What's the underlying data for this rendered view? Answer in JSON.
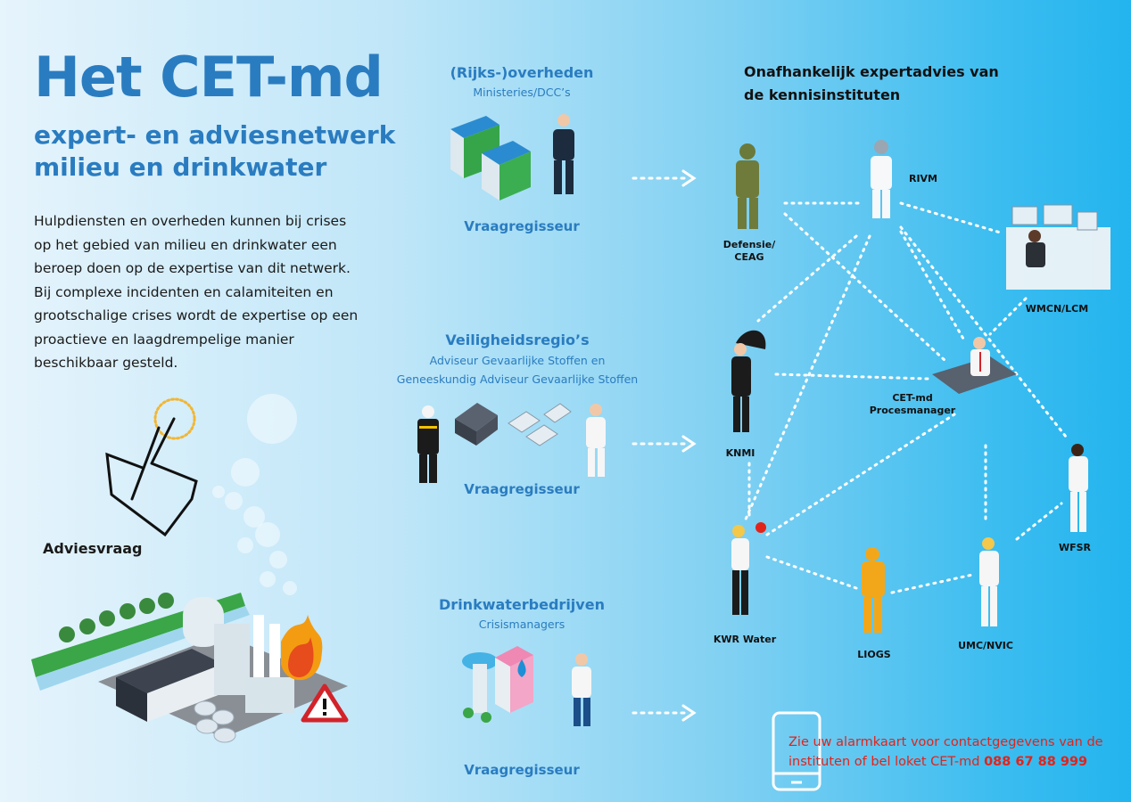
{
  "title": "Het CET-md",
  "subtitle_line1": "expert- en adviesnetwerk",
  "subtitle_line2": "milieu en drinkwater",
  "intro": "Hulpdiensten en overheden kunnen bij crises op het gebied van milieu en drinkwater een beroep doen op de expertise van dit netwerk. Bij complexe incidenten en calamiteiten en grootschalige crises wordt de expertise op een proactieve en laagdrempelige manier beschikbaar gesteld.",
  "adviesvraag": "Adviesvraag",
  "groups": [
    {
      "title": "(Rijks-)overheden",
      "subtitle": "Ministeries/DCC’s",
      "subtitle2": "",
      "role": "Vraagregisseur"
    },
    {
      "title": "Veiligheidsregio’s",
      "subtitle": "Adviseur Gevaarlijke Stoffen en",
      "subtitle2": "Geneeskundig Adviseur Gevaarlijke Stoffen",
      "role": "Vraagregisseur"
    },
    {
      "title": "Drinkwaterbedrijven",
      "subtitle": "Crisismanagers",
      "subtitle2": "",
      "role": "Vraagregisseur"
    }
  ],
  "network": {
    "header_line1": "Onafhankelijk expertadvies van",
    "header_line2": "de kennisinstituten",
    "nodes": {
      "defensie_line1": "Defensie/",
      "defensie_line2": "CEAG",
      "rivm": "RIVM",
      "wmcn": "WMCN/LCM",
      "cet_line1": "CET-md",
      "cet_line2": "Procesmanager",
      "knmi": "KNMI",
      "wfsr": "WFSR",
      "kwr": "KWR Water",
      "liogs": "LIOGS",
      "umc": "UMC/NVIC"
    }
  },
  "alarm_text": "Zie uw alarmkaart voor contactgegevens van de instituten of bel loket CET-md",
  "alarm_number": "088 67 88 999",
  "colors": {
    "brand_blue": "#2a7cc0",
    "alert_red": "#e2231a",
    "connector": "#ffffff"
  }
}
